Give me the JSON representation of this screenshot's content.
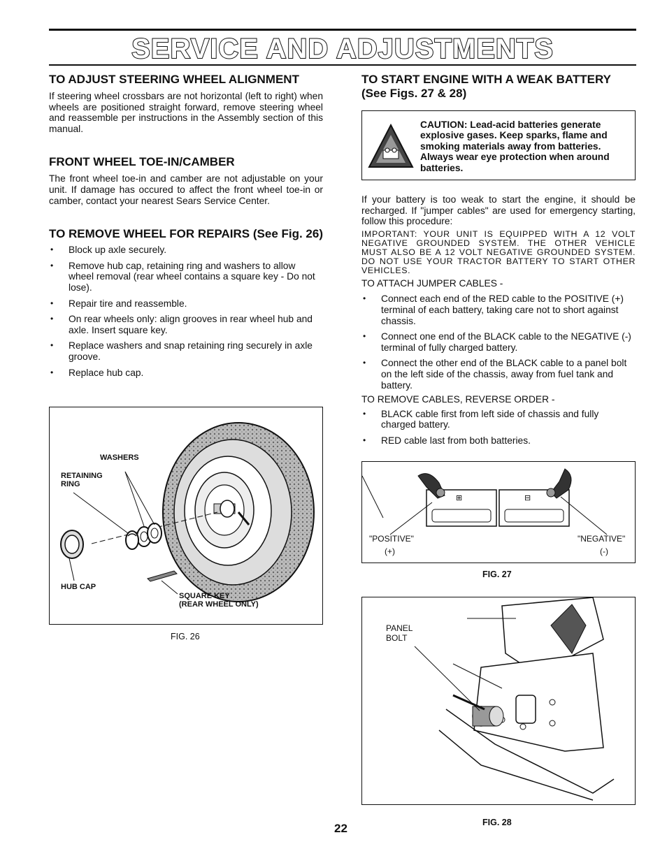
{
  "page_title": "SERVICE AND ADJUSTMENTS",
  "left": {
    "s1": {
      "heading": "TO ADJUST STEERING WHEEL ALIGNMENT",
      "body": "If steering wheel crossbars are not horizontal (left to right) when wheels are positioned straight forward, remove steering wheel and reassemble per instructions in the Assembly section of this manual."
    },
    "s2": {
      "heading": "FRONT WHEEL TOE-IN/CAMBER",
      "body": "The front wheel toe-in and camber are not adjustable on your unit. If damage has occured to affect the front wheel toe-in or camber, contact your nearest Sears Service Center."
    },
    "s3": {
      "heading": "TO REMOVE WHEEL FOR REPAIRS (See Fig. 26)",
      "bullets": [
        "Block up axle securely.",
        "Remove hub cap, retaining ring and washers to allow wheel removal (rear wheel contains a square key - Do not lose).",
        "Repair tire and reassemble.",
        "On rear wheels only: align grooves in rear wheel hub and axle. Insert square key.",
        "Replace washers and snap retaining ring securely in axle groove.",
        "Replace hub cap."
      ]
    },
    "fig26": {
      "washers": "WASHERS",
      "retaining_ring_1": "RETAINING",
      "retaining_ring_2": "RING",
      "hub_cap": "HUB CAP",
      "square_key_1": "SQUARE KEY",
      "square_key_2": "(REAR WHEEL ONLY)",
      "caption": "FIG. 26"
    }
  },
  "right": {
    "heading_1": "TO START ENGINE WITH A WEAK BATTERY",
    "heading_2": "(See Figs. 27 & 28)",
    "caution": "CAUTION: Lead-acid batteries generate explosive gases. Keep sparks, flame and smoking materials away from batteries. Always wear eye protection when around batteries.",
    "intro": "If your battery is too weak to start the engine, it should be recharged. If \"jumper cables\" are used for emergency starting, follow this procedure:",
    "important": "IMPORTANT: YOUR UNIT IS EQUIPPED WITH A 12 VOLT NEGATIVE GROUNDED SYSTEM. THE OTHER VEHICLE MUST ALSO BE A 12 VOLT NEGATIVE GROUNDED SYSTEM. DO NOT USE YOUR TRACTOR BATTERY TO START OTHER VEHICLES.",
    "attach_heading": "TO ATTACH JUMPER CABLES -",
    "attach_bullets": [
      "Connect each end of the RED cable to the POSITIVE (+) terminal of each battery, taking care not to short against chassis.",
      "Connect one end of the BLACK cable to the NEGATIVE (-) terminal of fully charged battery.",
      "Connect the other end of the BLACK cable to a panel bolt on the left side of the chassis, away from fuel tank and battery."
    ],
    "remove_heading": "TO REMOVE CABLES, REVERSE ORDER -",
    "remove_bullets": [
      "BLACK cable first from left side of chassis and fully charged battery.",
      "RED cable last from both batteries."
    ],
    "fig27": {
      "positive": "\"POSITIVE\"",
      "positive_sign": "(+)",
      "negative": "\"NEGATIVE\"",
      "negative_sign": "(-)",
      "caption": "FIG. 27"
    },
    "fig28": {
      "panel": "PANEL",
      "bolt": "BOLT",
      "caption": "FIG. 28"
    }
  },
  "page_number": "22"
}
